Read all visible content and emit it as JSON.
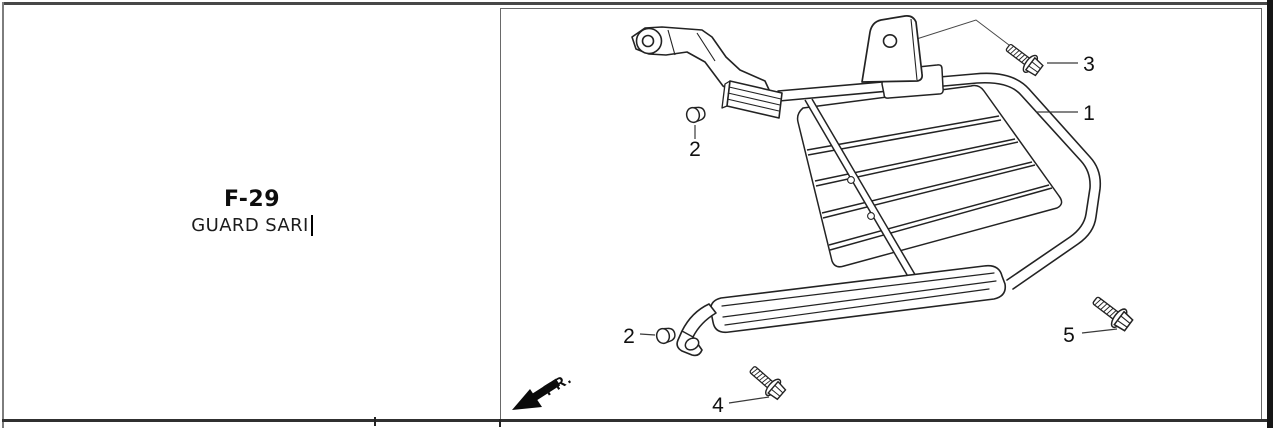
{
  "panel": {
    "code": "F-29",
    "title": "GUARD SARI"
  },
  "diagram": {
    "callouts": [
      {
        "part": "guard-rack",
        "label": "1"
      },
      {
        "part": "cap-upper",
        "label": "2"
      },
      {
        "part": "cap-lower",
        "label": "2"
      },
      {
        "part": "bolt-upper",
        "label": "3"
      },
      {
        "part": "bolt-lower",
        "label": "4"
      },
      {
        "part": "bolt-right",
        "label": "5"
      }
    ],
    "fr_label": "FR."
  },
  "colors": {
    "drawing_line": "#232323",
    "background": "#ffffff",
    "frame_dark": "#161616"
  }
}
